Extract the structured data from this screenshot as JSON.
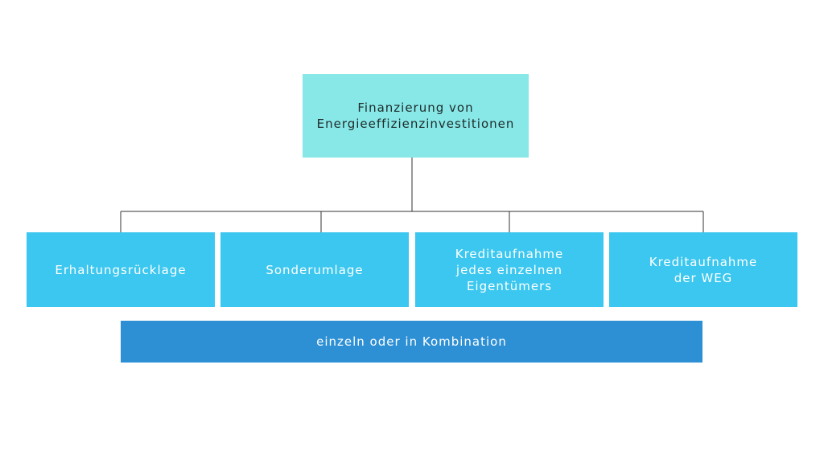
{
  "diagram": {
    "root": "Finanzierung von\nEnergieeffizienzinvestitionen",
    "children": [
      "Erhaltungsrücklage",
      "Sonderumlage",
      "Kreditaufnahme\njedes einzelnen\nEigentümers",
      "Kreditaufnahme\nder WEG"
    ],
    "footer_bar": "einzeln oder in Kombination"
  },
  "colors": {
    "root_fill": "#87e8e7",
    "child_fill": "#3bc7ef",
    "bar_fill": "#2d8fd4",
    "connector": "#333333"
  }
}
